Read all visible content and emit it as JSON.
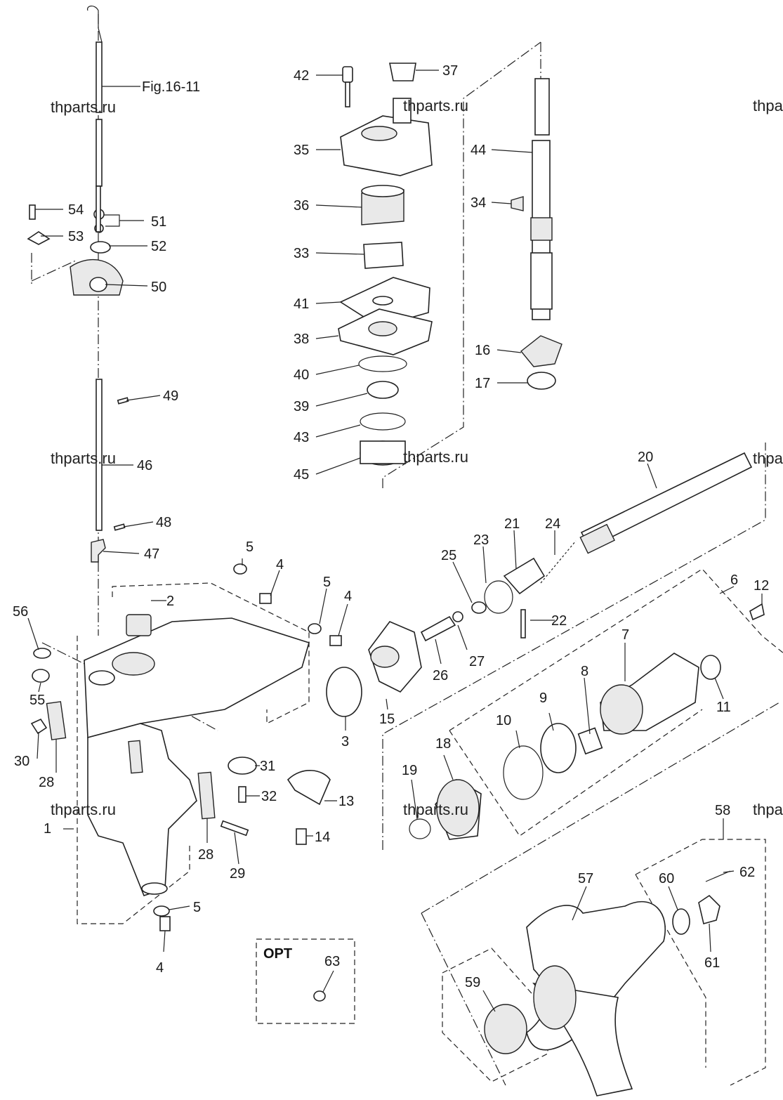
{
  "figure_reference": "Fig.16-11",
  "watermark": "thparts.ru",
  "option_box": {
    "label": "OPT"
  },
  "colors": {
    "line": "#222222",
    "paper": "#ffffff",
    "shade": "#e9e9e9"
  },
  "callouts": [
    "Fig.16-11",
    "54",
    "51",
    "53",
    "52",
    "50",
    "49",
    "46",
    "48",
    "47",
    "42",
    "37",
    "35",
    "36",
    "33",
    "41",
    "38",
    "40",
    "39",
    "43",
    "45",
    "44",
    "34",
    "16",
    "17",
    "20",
    "24",
    "21",
    "23",
    "25",
    "22",
    "27",
    "26",
    "15",
    "12",
    "6",
    "7",
    "8",
    "9",
    "10",
    "11",
    "5",
    "4",
    "5",
    "4",
    "2",
    "56",
    "55",
    "30",
    "28",
    "1",
    "31",
    "32",
    "13",
    "14",
    "28",
    "29",
    "3",
    "5",
    "4",
    "18",
    "19",
    "58",
    "57",
    "60",
    "62",
    "61",
    "59",
    "63"
  ]
}
